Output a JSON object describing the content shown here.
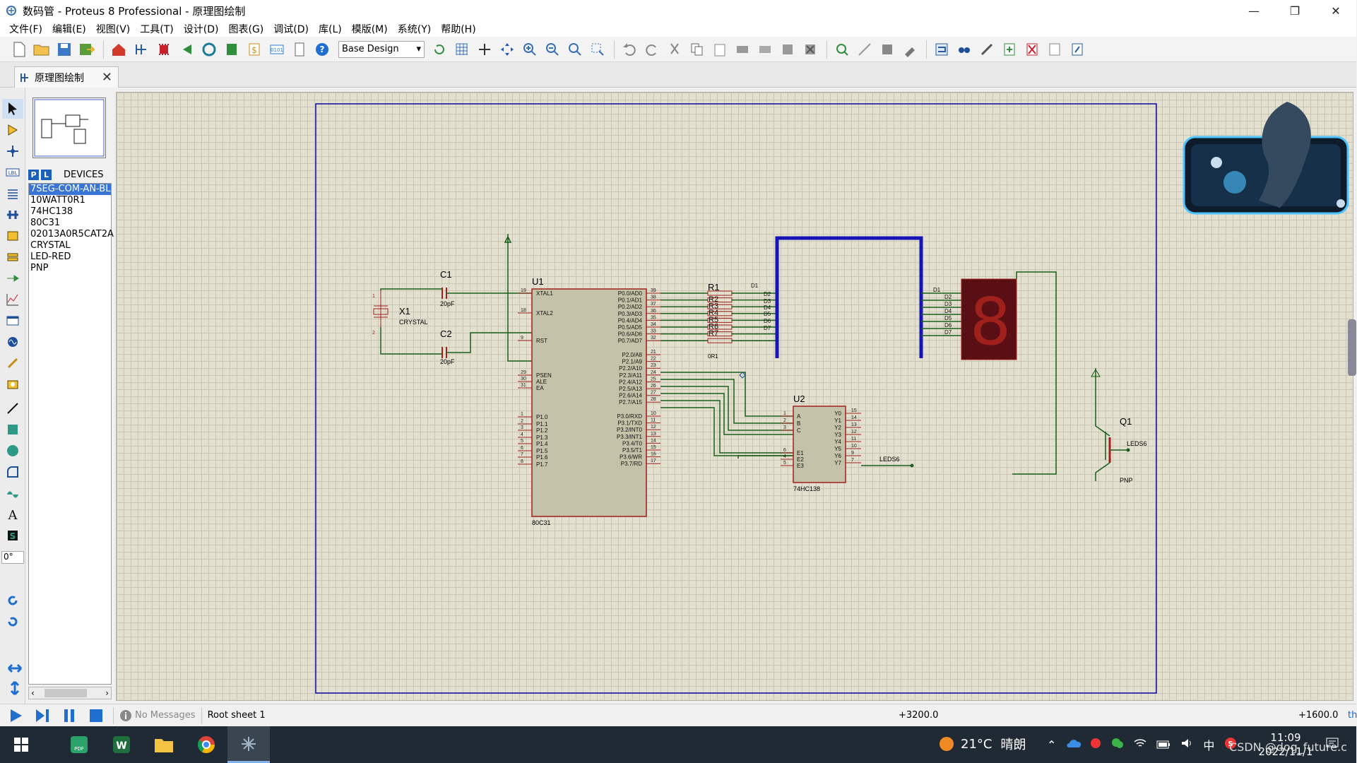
{
  "window": {
    "title": "数码管 - Proteus 8 Professional - 原理图绘制",
    "minimize_glyph": "—",
    "restore_glyph": "❐",
    "close_glyph": "✕"
  },
  "menu": [
    "文件(F)",
    "编辑(E)",
    "视图(V)",
    "工具(T)",
    "设计(D)",
    "图表(G)",
    "调试(D)",
    "库(L)",
    "模版(M)",
    "系统(Y)",
    "帮助(H)"
  ],
  "toolbar": {
    "variant_select": "Base Design",
    "icons_group1": [
      "new-file-icon",
      "open-folder-icon",
      "save-icon",
      "import-icon",
      "home-icon",
      "schematic-icon",
      "pcb-icon",
      "back-icon",
      "gerber-icon",
      "3d-icon",
      "bom-icon",
      "code-icon",
      "notes-icon",
      "help-icon"
    ],
    "icons_group2": [
      "refresh-icon",
      "grid-icon",
      "origin-icon",
      "pan-icon",
      "zoom-in-icon",
      "zoom-out-icon",
      "zoom-all-icon",
      "zoom-area-icon"
    ],
    "icons_group3": [
      "undo-icon",
      "redo-icon",
      "cut-icon",
      "copy-icon",
      "paste-icon",
      "block-copy-icon",
      "block-move-icon",
      "block-rotate-icon",
      "block-delete-icon",
      "pick-device-icon",
      "make-device-icon",
      "packaging-icon",
      "decompose-icon"
    ],
    "icons_group4": [
      "wire-autoroute-icon",
      "search-icon",
      "property-tool-icon",
      "new-sheet-icon",
      "delete-sheet-icon",
      "goto-sheet-icon",
      "netlist-icon"
    ]
  },
  "tab": {
    "label": "原理图绘制",
    "close": "✕"
  },
  "left_tools": [
    "select-icon",
    "component-icon",
    "junction-icon",
    "wire-label-icon",
    "text-script-icon",
    "bus-icon",
    "subcircuit-icon",
    "terminal-icon",
    "device-pin-icon",
    "graph-icon",
    "tape-icon",
    "generator-icon",
    "voltage-probe-icon",
    "virtual-instrument-icon",
    "line-icon",
    "box-icon",
    "circle-icon",
    "arc-icon",
    "path-icon",
    "text-icon",
    "symbol-icon",
    "marker-icon"
  ],
  "rotate_tools": [
    "rotate-cw-icon",
    "rotate-ccw-icon"
  ],
  "angle": "0°",
  "mirror_tools": [
    "mirror-x-icon",
    "mirror-y-icon"
  ],
  "devices": {
    "p_label": "P",
    "l_label": "L",
    "header": "DEVICES",
    "items": [
      "7SEG-COM-AN-BL",
      "10WATT0R1",
      "74HC138",
      "80C31",
      "02013A0R5CAT2A",
      "CRYSTAL",
      "LED-RED",
      "PNP"
    ],
    "selected_index": 0,
    "scroll_left": "‹",
    "scroll_right": "›"
  },
  "schematic": {
    "u1_label": "U1",
    "u1_part": "80C31",
    "u1_left_pins": [
      {
        "num": "19",
        "name": "XTAL1"
      },
      {
        "num": "18",
        "name": "XTAL2"
      },
      {
        "num": "9",
        "name": "RST"
      },
      {
        "num": "29",
        "name": "PSEN"
      },
      {
        "num": "30",
        "name": "ALE"
      },
      {
        "num": "31",
        "name": "EA"
      },
      {
        "num": "1",
        "name": "P1.0"
      },
      {
        "num": "2",
        "name": "P1.1"
      },
      {
        "num": "3",
        "name": "P1.2"
      },
      {
        "num": "4",
        "name": "P1.3"
      },
      {
        "num": "5",
        "name": "P1.4"
      },
      {
        "num": "6",
        "name": "P1.5"
      },
      {
        "num": "7",
        "name": "P1.6"
      },
      {
        "num": "8",
        "name": "P1.7"
      }
    ],
    "u1_right_pins": [
      {
        "num": "39",
        "name": "P0.0/AD0"
      },
      {
        "num": "38",
        "name": "P0.1/AD1"
      },
      {
        "num": "37",
        "name": "P0.2/AD2"
      },
      {
        "num": "36",
        "name": "P0.3/AD3"
      },
      {
        "num": "35",
        "name": "P0.4/AD4"
      },
      {
        "num": "34",
        "name": "P0.5/AD5"
      },
      {
        "num": "33",
        "name": "P0.6/AD6"
      },
      {
        "num": "32",
        "name": "P0.7/AD7"
      },
      {
        "num": "21",
        "name": "P2.0/A8"
      },
      {
        "num": "22",
        "name": "P2.1/A9"
      },
      {
        "num": "23",
        "name": "P2.2/A10"
      },
      {
        "num": "24",
        "name": "P2.3/A11"
      },
      {
        "num": "25",
        "name": "P2.4/A12"
      },
      {
        "num": "26",
        "name": "P2.5/A13"
      },
      {
        "num": "27",
        "name": "P2.6/A14"
      },
      {
        "num": "28",
        "name": "P2.7/A15"
      },
      {
        "num": "10",
        "name": "P3.0/RXD"
      },
      {
        "num": "11",
        "name": "P3.1/TXD"
      },
      {
        "num": "12",
        "name": "P3.2/INT0"
      },
      {
        "num": "13",
        "name": "P3.3/INT1"
      },
      {
        "num": "14",
        "name": "P3.4/T0"
      },
      {
        "num": "15",
        "name": "P3.5/T1"
      },
      {
        "num": "16",
        "name": "P3.6/WR"
      },
      {
        "num": "17",
        "name": "P3.7/RD"
      }
    ],
    "c1_label": "C1",
    "c1_value": "20pF",
    "c2_label": "C2",
    "c2_value": "20pF",
    "x1_label": "X1",
    "x1_part": "CRYSTAL",
    "r1_label": "R1",
    "r1_value": "0R1",
    "r_labels": [
      "R2",
      "R3",
      "R4",
      "R5",
      "R6",
      "R7"
    ],
    "net_left": [
      "D1",
      "D2",
      "D3",
      "D4",
      "D5",
      "D6",
      "D7"
    ],
    "net_right": [
      "D1",
      "D2",
      "D3",
      "D4",
      "D5",
      "D6",
      "D7"
    ],
    "u2_label": "U2",
    "u2_part": "74HC138",
    "u2_in_pins": [
      {
        "num": "1",
        "name": "A"
      },
      {
        "num": "2",
        "name": "B"
      },
      {
        "num": "3",
        "name": "C"
      },
      {
        "num": "6",
        "name": "E1"
      },
      {
        "num": "4",
        "name": "E2"
      },
      {
        "num": "5",
        "name": "E3"
      }
    ],
    "u2_out_pins": [
      {
        "num": "15",
        "name": "Y0"
      },
      {
        "num": "14",
        "name": "Y1"
      },
      {
        "num": "13",
        "name": "Y2"
      },
      {
        "num": "12",
        "name": "Y3"
      },
      {
        "num": "11",
        "name": "Y4"
      },
      {
        "num": "10",
        "name": "Y5"
      },
      {
        "num": "9",
        "name": "Y6"
      },
      {
        "num": "7",
        "name": "Y7"
      }
    ],
    "y6_net": "LEDS6",
    "q1_label": "Q1",
    "q1_part": "PNP",
    "q1_net": "LEDS6",
    "digit": "8"
  },
  "status": {
    "messages": "No Messages",
    "sheet": "Root sheet 1",
    "coord_x": "+3200.0",
    "coord_y": "+1600.0",
    "unit": "th"
  },
  "taskbar": {
    "apps": [
      "windows-start-icon",
      "pdf-app-icon",
      "wps-app-icon",
      "file-explorer-icon",
      "chrome-icon",
      "proteus-icon"
    ],
    "weather_temp": "21°C",
    "weather_desc": "晴朗",
    "ime": "中",
    "time": "11:09",
    "date": "2022/11/1",
    "watermark": "CSDN @dog_future.c"
  }
}
